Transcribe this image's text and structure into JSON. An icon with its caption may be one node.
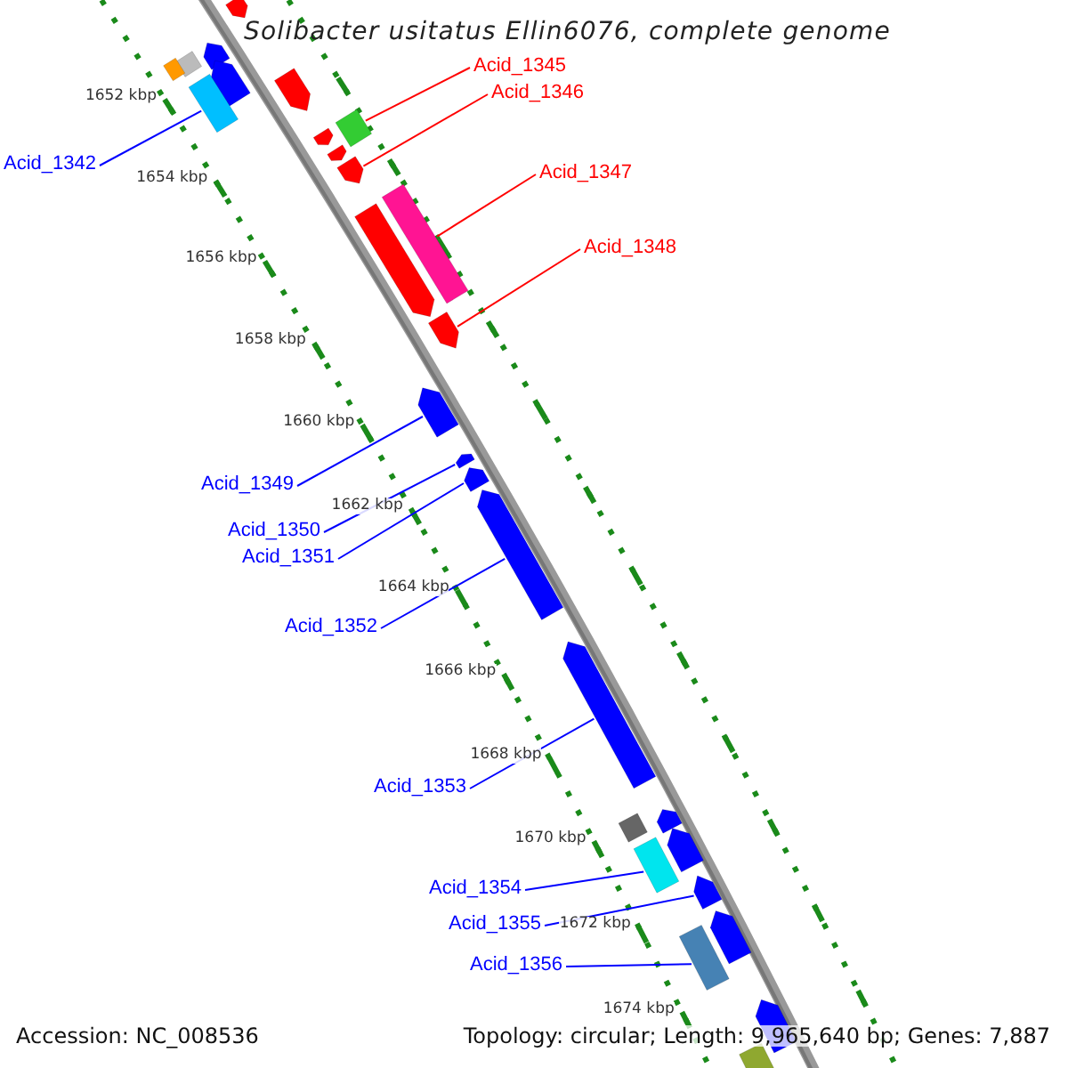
{
  "diagram": {
    "title": "Solibacter usitatus Ellin6076, complete genome",
    "nodes": [
      {
        "text": [
          "Acid_1345"
        ]
      },
      {
        "text": [
          "Acid_1346"
        ]
      },
      {
        "text": [
          "Acid_1342"
        ]
      },
      {
        "text": [
          "Acid_1347"
        ]
      },
      {
        "text": [
          "Acid_1348"
        ]
      },
      {
        "text": [
          "Acid_1349"
        ]
      },
      {
        "text": [
          "Acid_1350"
        ]
      },
      {
        "text": [
          "Acid_1351"
        ]
      },
      {
        "text": [
          "Acid_1352"
        ]
      },
      {
        "text": [
          "Acid_1353"
        ]
      },
      {
        "text": [
          "Acid_1354"
        ]
      },
      {
        "text": [
          "Acid_1355"
        ]
      },
      {
        "text": [
          "Acid_1356"
        ]
      },
      {
        "text": [],
        "shape": "pentagon"
      },
      {
        "text": [],
        "shape": "pentagon"
      },
      {
        "text": [],
        "shape": "box"
      },
      {
        "text": [],
        "shape": "box"
      },
      {
        "text": [],
        "shape": "pentagon"
      },
      {
        "text": [],
        "shape": "pentagon"
      },
      {
        "text": [],
        "shape": "box"
      },
      {
        "text": [],
        "shape": "box"
      },
      {
        "text": [],
        "shape": "pentagon"
      },
      {
        "text": [],
        "shape": "pentagon"
      },
      {
        "text": [],
        "shape": "pentagon"
      },
      {
        "text": [],
        "shape": "box"
      },
      {
        "text": [],
        "shape": "pentagon"
      },
      {
        "text": [],
        "shape": "pentagon"
      },
      {
        "text": [],
        "shape": "pentagon"
      },
      {
        "text": [],
        "shape": "pentagon"
      },
      {
        "text": [],
        "shape": "pentagon"
      },
      {
        "text": [],
        "shape": "pentagon"
      },
      {
        "text": [],
        "shape": "pentagon"
      },
      {
        "text": [],
        "shape": "pentagon"
      },
      {
        "text": [],
        "shape": "box"
      },
      {
        "text": [],
        "shape": "pentagon"
      },
      {
        "text": [],
        "shape": "box"
      },
      {
        "text": [],
        "shape": "pentagon"
      },
      {
        "text": [],
        "shape": "pentagon"
      },
      {
        "text": [],
        "shape": "box"
      },
      {
        "text": [],
        "shape": "pentagon"
      },
      {
        "text": [],
        "shape": "box"
      }
    ],
    "edges": [
      {
        "from": 0,
        "to": 20,
        "arrow": "none",
        "color": "#ff0000"
      },
      {
        "from": 1,
        "to": 23,
        "arrow": "none",
        "color": "#ff0000"
      },
      {
        "from": 2,
        "to": 19,
        "arrow": "none"
      },
      {
        "from": 3,
        "to": 24,
        "arrow": "none",
        "color": "#ff0000"
      },
      {
        "from": 4,
        "to": 26,
        "arrow": "none",
        "color": "#ff0000"
      },
      {
        "from": 5,
        "to": 27,
        "arrow": "none"
      },
      {
        "from": 6,
        "to": 28,
        "arrow": "none"
      },
      {
        "from": 7,
        "to": 29,
        "arrow": "none"
      },
      {
        "from": 8,
        "to": 30,
        "arrow": "none"
      },
      {
        "from": 9,
        "to": 31,
        "arrow": "none"
      },
      {
        "from": 10,
        "to": 35,
        "arrow": "none"
      },
      {
        "from": 11,
        "to": 36,
        "arrow": "none"
      },
      {
        "from": 12,
        "to": 38,
        "arrow": "none"
      }
    ],
    "labels": [
      "1652 kbp",
      "1654 kbp",
      "1656 kbp",
      "1658 kbp",
      "1660 kbp",
      "1662 kbp",
      "1664 kbp",
      "1666 kbp",
      "1668 kbp",
      "1670 kbp",
      "1672 kbp",
      "1674 kbp",
      "Accession: NC_008536",
      "Topology: circular; Length: 9,965,640 bp; Genes: 7,887"
    ]
  }
}
